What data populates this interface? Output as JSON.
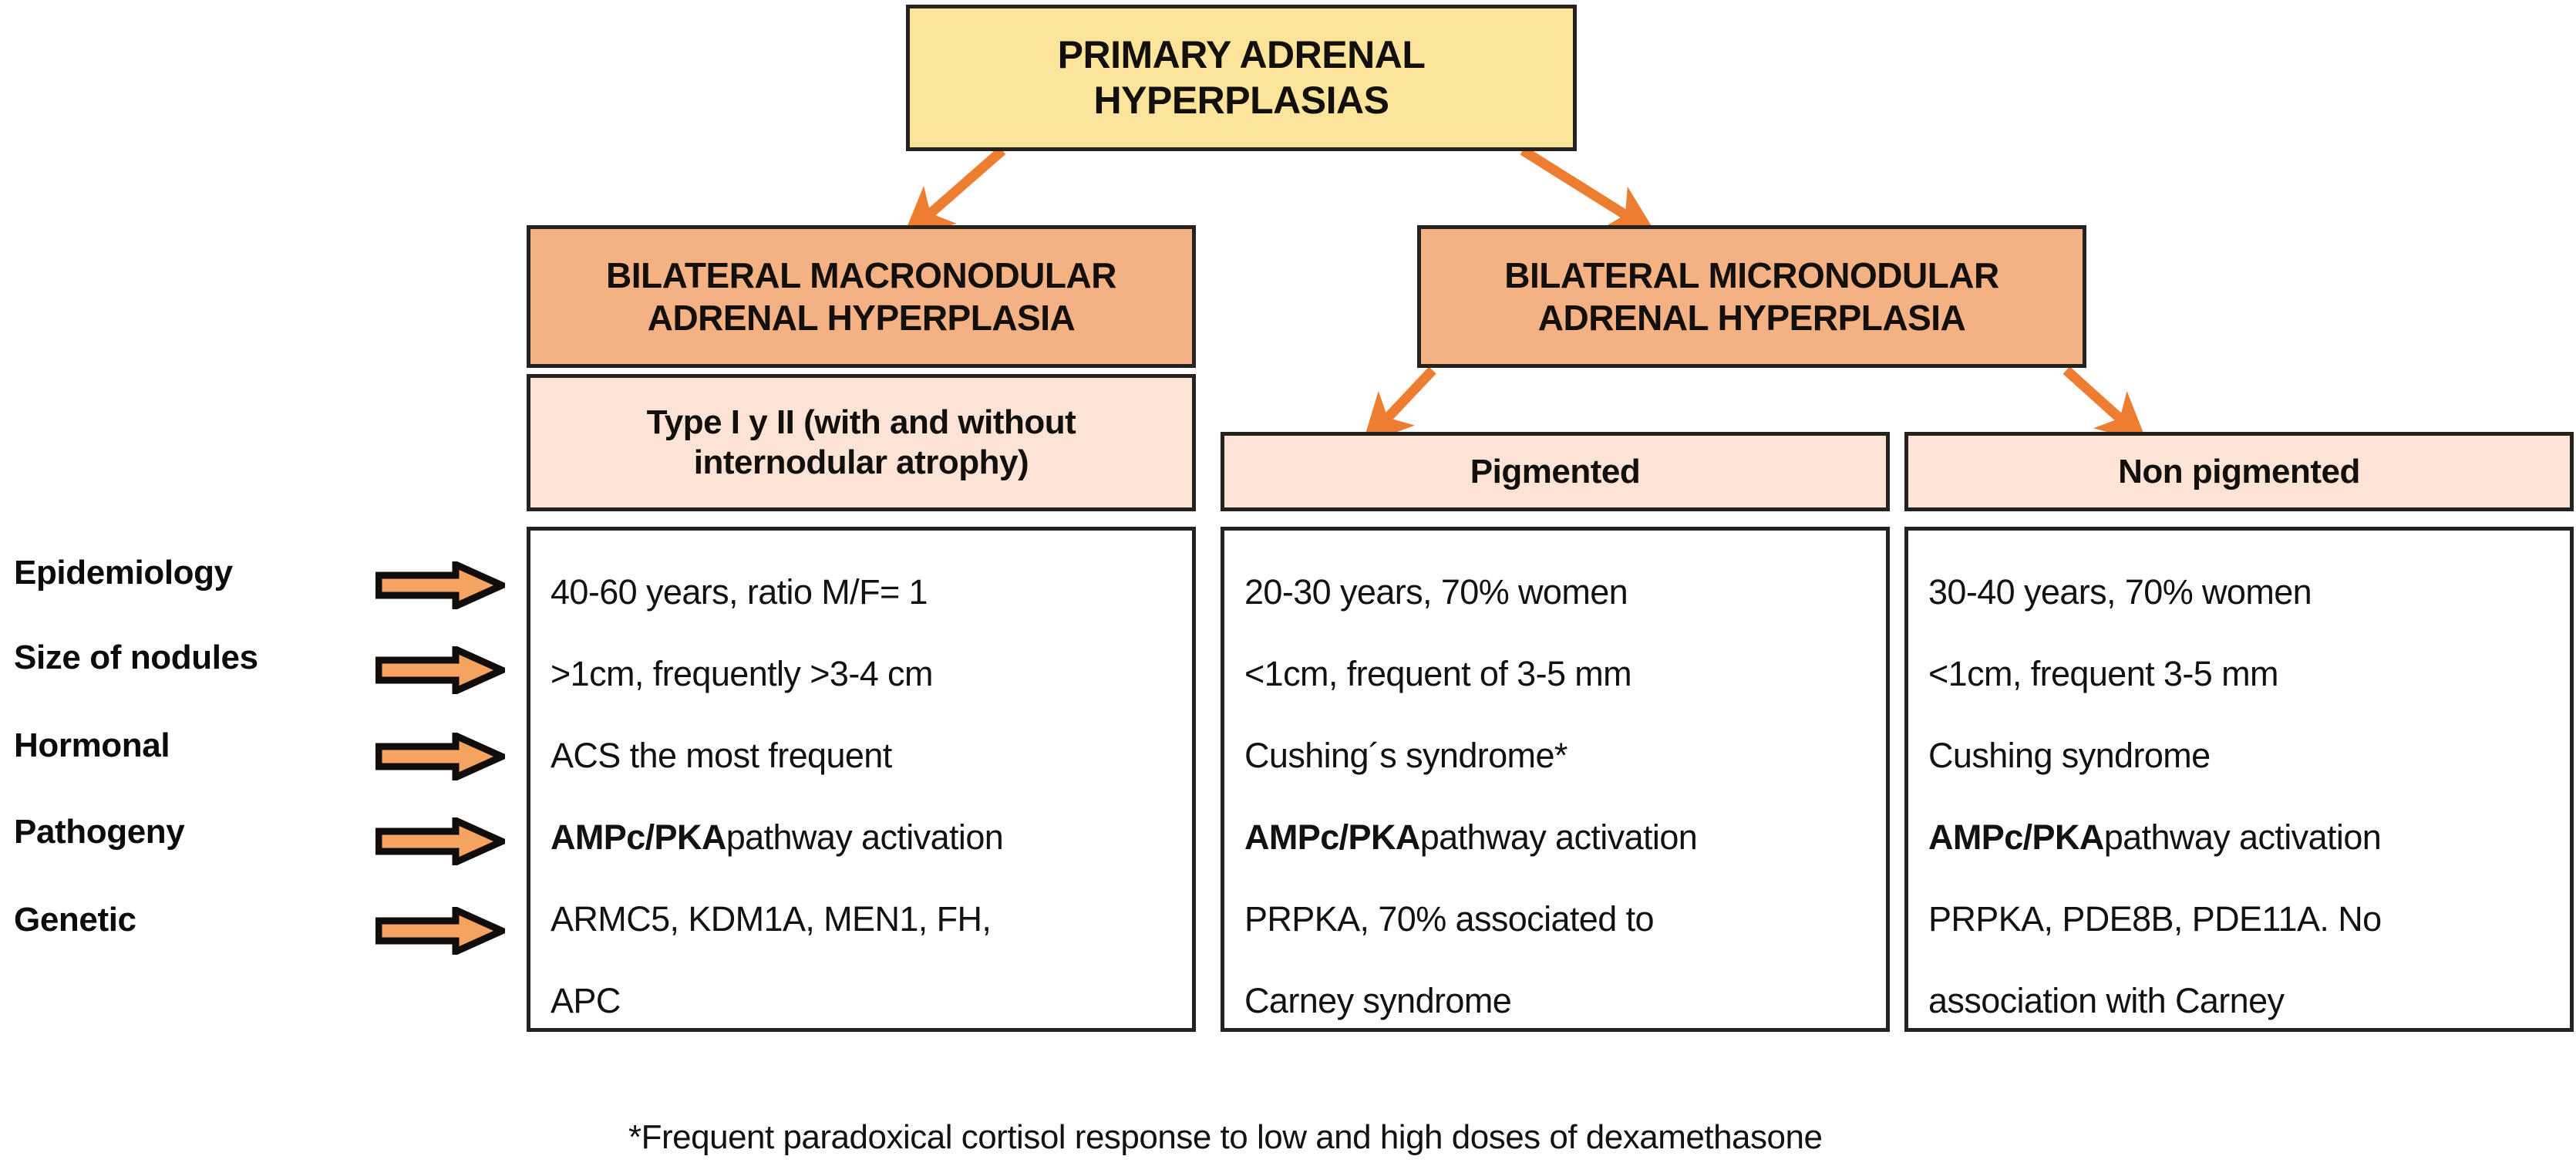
{
  "title": {
    "line1": "PRIMARY ADRENAL",
    "line2": "HYPERPLASIAS"
  },
  "categories": {
    "macronodular": {
      "line1": "BILATERAL MACRONODULAR",
      "line2": "ADRENAL HYPERPLASIA"
    },
    "micronodular": {
      "line1": "BILATERAL MICRONODULAR",
      "line2": "ADRENAL HYPERPLASIA"
    }
  },
  "subtypes": {
    "macro": {
      "line1": "Type I y II (with and without",
      "line2": "internodular atrophy)"
    },
    "pigmented": "Pigmented",
    "non_pigmented": "Non pigmented"
  },
  "row_labels": [
    "Epidemiology",
    "Size of nodules",
    "Hormonal",
    "Pathogeny",
    "Genetic"
  ],
  "columns": {
    "macronodular": {
      "epidemiology": "40-60 years, ratio M/F= 1",
      "size_of_nodules": ">1cm, frequently >3-4 cm",
      "hormonal": "ACS the most frequent",
      "pathogeny_bold": "AMPc/PKA",
      "pathogeny_rest": " pathway activation",
      "genetic_line1": "ARMC5, KDM1A, MEN1, FH,",
      "genetic_line2": "APC"
    },
    "pigmented": {
      "epidemiology": "20-30 years, 70% women",
      "size_of_nodules": "<1cm, frequent of 3-5 mm",
      "hormonal": "Cushing´s syndrome*",
      "pathogeny_bold": "AMPc/PKA",
      "pathogeny_rest": " pathway activation",
      "genetic_line1": "PRPKA, 70% associated to",
      "genetic_line2": "Carney syndrome"
    },
    "non_pigmented": {
      "epidemiology": "30-40 years, 70% women",
      "size_of_nodules": "<1cm, frequent 3-5 mm",
      "hormonal": "Cushing syndrome",
      "pathogeny_bold": "AMPc/PKA",
      "pathogeny_rest": " pathway activation",
      "genetic_line1": "PRPKA, PDE8B, PDE11A. No",
      "genetic_line2": "association with Carney"
    }
  },
  "footnote": "*Frequent paradoxical cortisol response to low and high doses of dexamethasone",
  "colors": {
    "title_fill": "#FCE49A",
    "category_fill": "#F4B183",
    "subtype_fill": "#FBE3D6",
    "arrow_fill": "#F4A460",
    "connector": "#ED7D31",
    "border": "#262220",
    "content_border": "#1a1a1a"
  }
}
